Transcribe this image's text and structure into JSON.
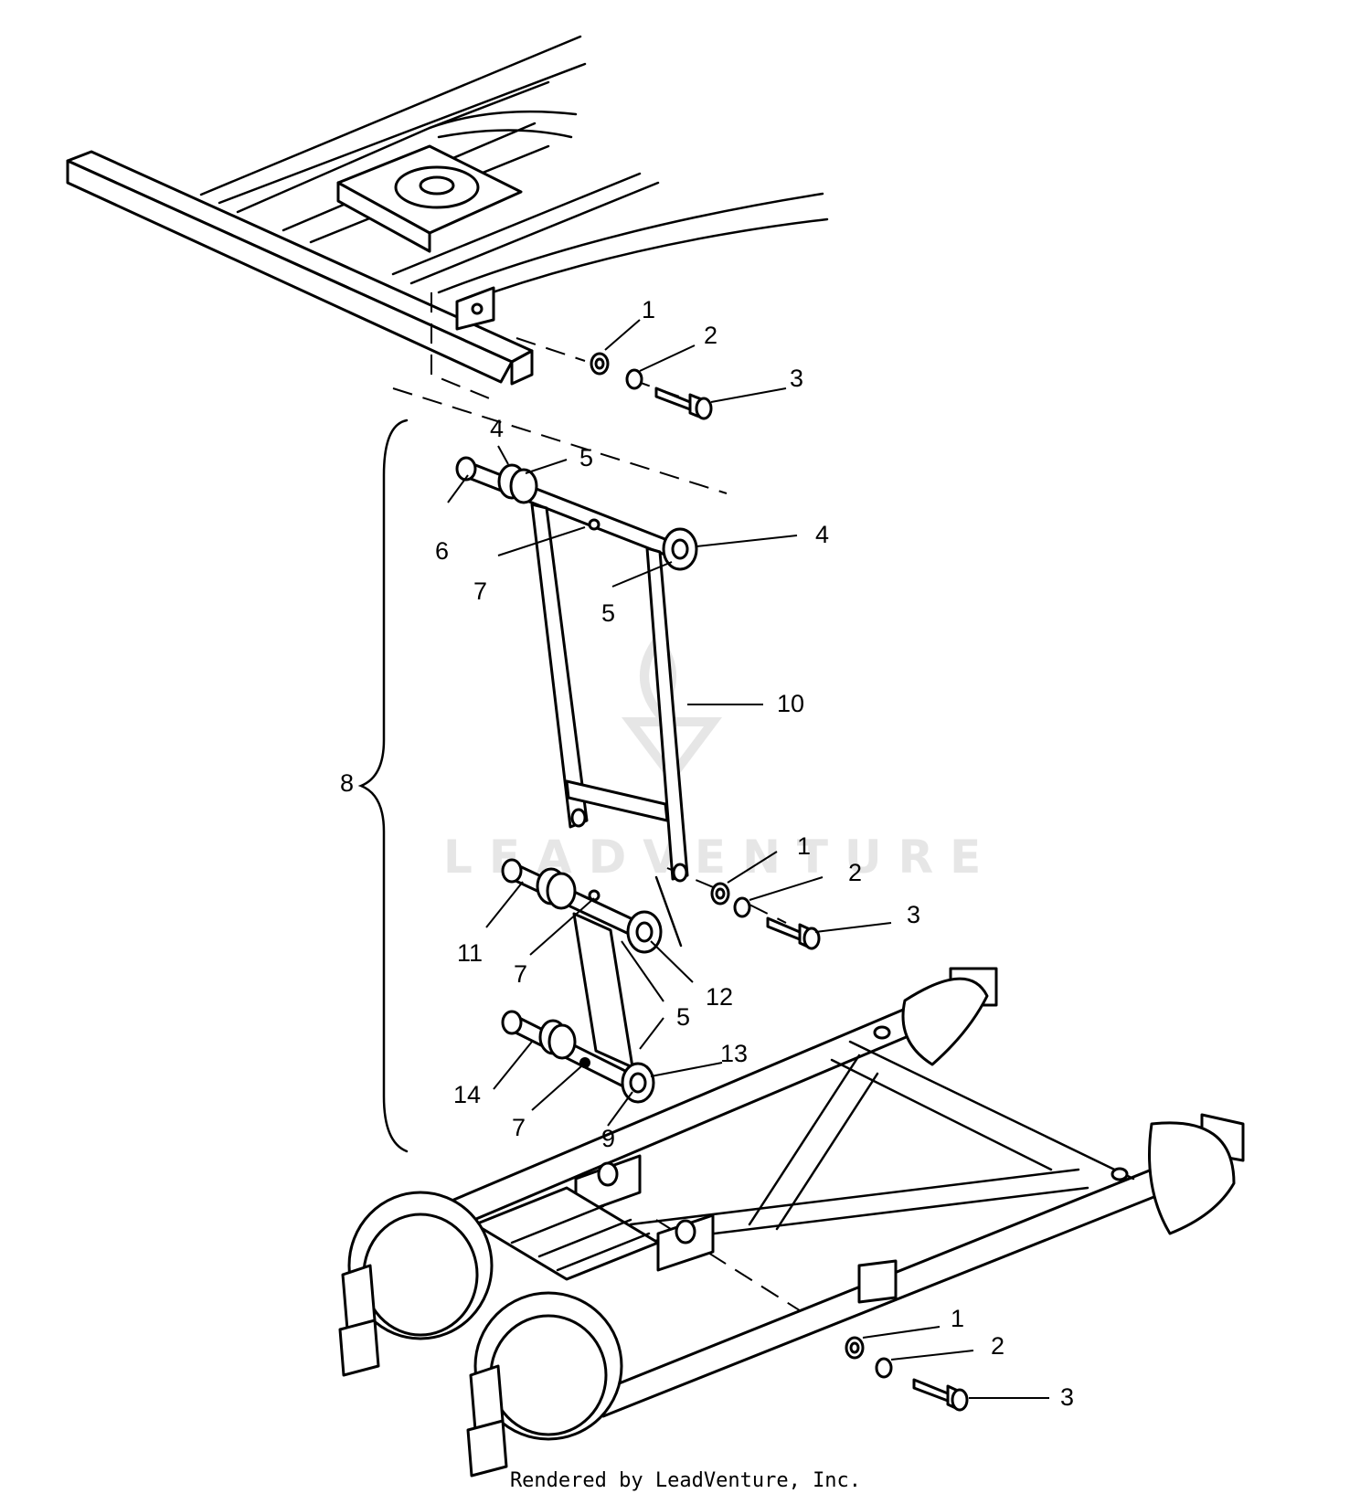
{
  "callouts": [
    {
      "id": "c1a",
      "text": "1"
    },
    {
      "id": "c2a",
      "text": "2"
    },
    {
      "id": "c3a",
      "text": "3"
    },
    {
      "id": "c4a",
      "text": "4"
    },
    {
      "id": "c5a",
      "text": "5"
    },
    {
      "id": "c6",
      "text": "6"
    },
    {
      "id": "c7a",
      "text": "7"
    },
    {
      "id": "c4b",
      "text": "4"
    },
    {
      "id": "c5b",
      "text": "5"
    },
    {
      "id": "c10",
      "text": "10"
    },
    {
      "id": "c8",
      "text": "8"
    },
    {
      "id": "c1b",
      "text": "1"
    },
    {
      "id": "c2b",
      "text": "2"
    },
    {
      "id": "c3b",
      "text": "3"
    },
    {
      "id": "c11",
      "text": "11"
    },
    {
      "id": "c7b",
      "text": "7"
    },
    {
      "id": "c12",
      "text": "12"
    },
    {
      "id": "c5c",
      "text": "5"
    },
    {
      "id": "c13",
      "text": "13"
    },
    {
      "id": "c14",
      "text": "14"
    },
    {
      "id": "c7c",
      "text": "7"
    },
    {
      "id": "c9",
      "text": "9"
    },
    {
      "id": "c1c",
      "text": "1"
    },
    {
      "id": "c2c",
      "text": "2"
    },
    {
      "id": "c3c",
      "text": "3"
    }
  ],
  "watermark": "LEADVENTURE",
  "credit": "Rendered by LeadVenture, Inc."
}
